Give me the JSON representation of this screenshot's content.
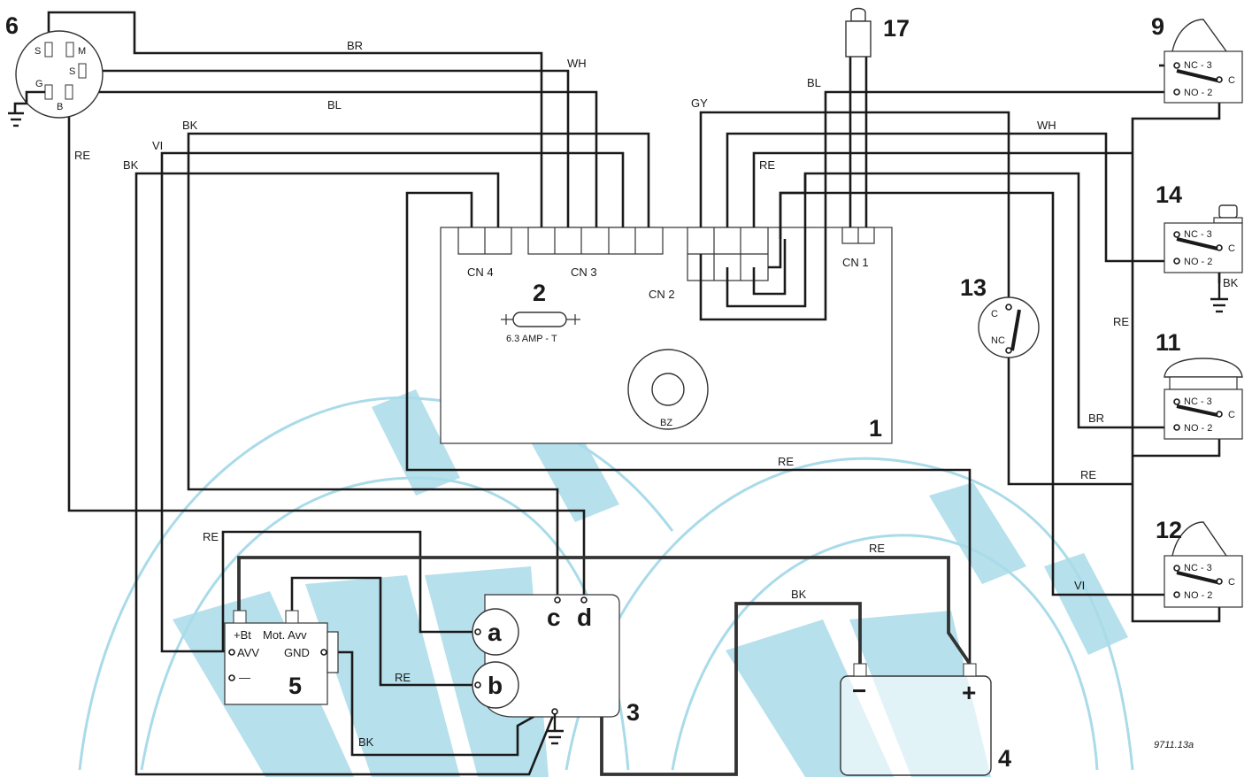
{
  "reference": "9711.13a",
  "components": {
    "c1": "1",
    "c2": "2",
    "c3": "3",
    "c4": "4",
    "c5": "5",
    "c6": "6",
    "c9": "9",
    "c11": "11",
    "c12": "12",
    "c13": "13",
    "c14": "14",
    "c17": "17"
  },
  "connectors": {
    "cn1": "CN 1",
    "cn2": "CN 2",
    "cn3": "CN 3",
    "cn4": "CN 4"
  },
  "fuse": "6.3 AMP - T",
  "buzzer": "BZ",
  "key_switch": {
    "s1": "S",
    "m": "M",
    "s2": "S",
    "g": "G",
    "b": "B"
  },
  "switch_terms": {
    "nc": "NC - 3",
    "no": "NO - 2",
    "c": "C"
  },
  "sensor13": {
    "c": "C",
    "nc": "NC"
  },
  "motor3": {
    "a": "a",
    "b": "b",
    "c": "c",
    "d": "d"
  },
  "module5": {
    "bt": "+Bt",
    "motavv": "Mot. Avv",
    "avv": "AVV",
    "gnd": "GND",
    "dash": "—"
  },
  "battery": {
    "neg": "−",
    "pos": "+"
  },
  "wires": {
    "br": "BR",
    "wh": "WH",
    "bl": "BL",
    "bk": "BK",
    "vi": "VI",
    "re": "RE",
    "gy": "GY"
  },
  "colors": {
    "watermark": "#a9dbe9",
    "wire": "#1a1a1a"
  }
}
